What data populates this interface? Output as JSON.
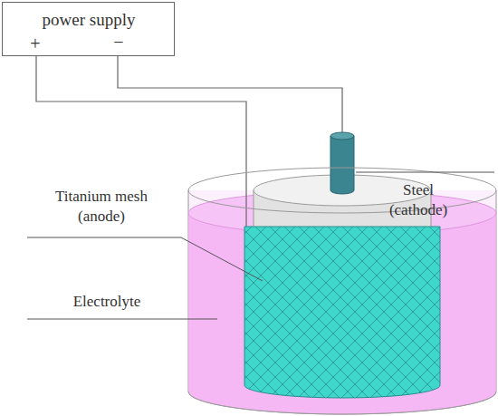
{
  "diagram": {
    "nodes": [
      {
        "text": [
          "power supply",
          "+",
          "−"
        ]
      }
    ],
    "labels": [
      "Steel (cathode)",
      "Titanium mesh (anode)",
      "Electrolyte"
    ]
  }
}
